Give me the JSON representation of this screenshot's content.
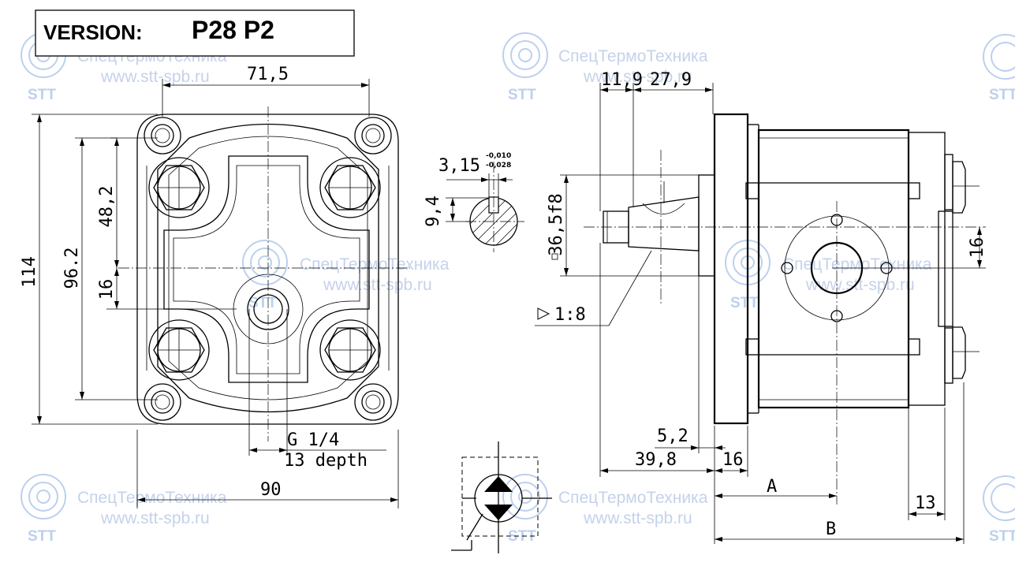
{
  "version": {
    "label": "VERSION:",
    "value": "P28 P2"
  },
  "watermark": {
    "company": "СпецТермоТехника",
    "url": "www.stt-spb.ru",
    "logo_text": "STT",
    "color": "#c5d2ea"
  },
  "front_view": {
    "width_top": "71,5",
    "height_total": "114",
    "height_bolts": "96.2",
    "height_half": "48,2",
    "port_offset": "16",
    "thread": "G 1/4",
    "thread_depth": "13 depth",
    "width_total": "90"
  },
  "shaft_section": {
    "key_width": "3,15",
    "tol_upper": "-0,010",
    "tol_lower": "-0,028",
    "key_height": "9,4"
  },
  "side_view": {
    "shaft_len": "11,9",
    "flange_len": "27,9",
    "pilot_dia": "36,5f8",
    "taper": "1:8",
    "flange_thk": "5,2",
    "shaft_total": "39,8",
    "flange_width": "16",
    "dim_a": "A",
    "dim_b": "B",
    "rear_len": "13",
    "port_offset": "16"
  }
}
